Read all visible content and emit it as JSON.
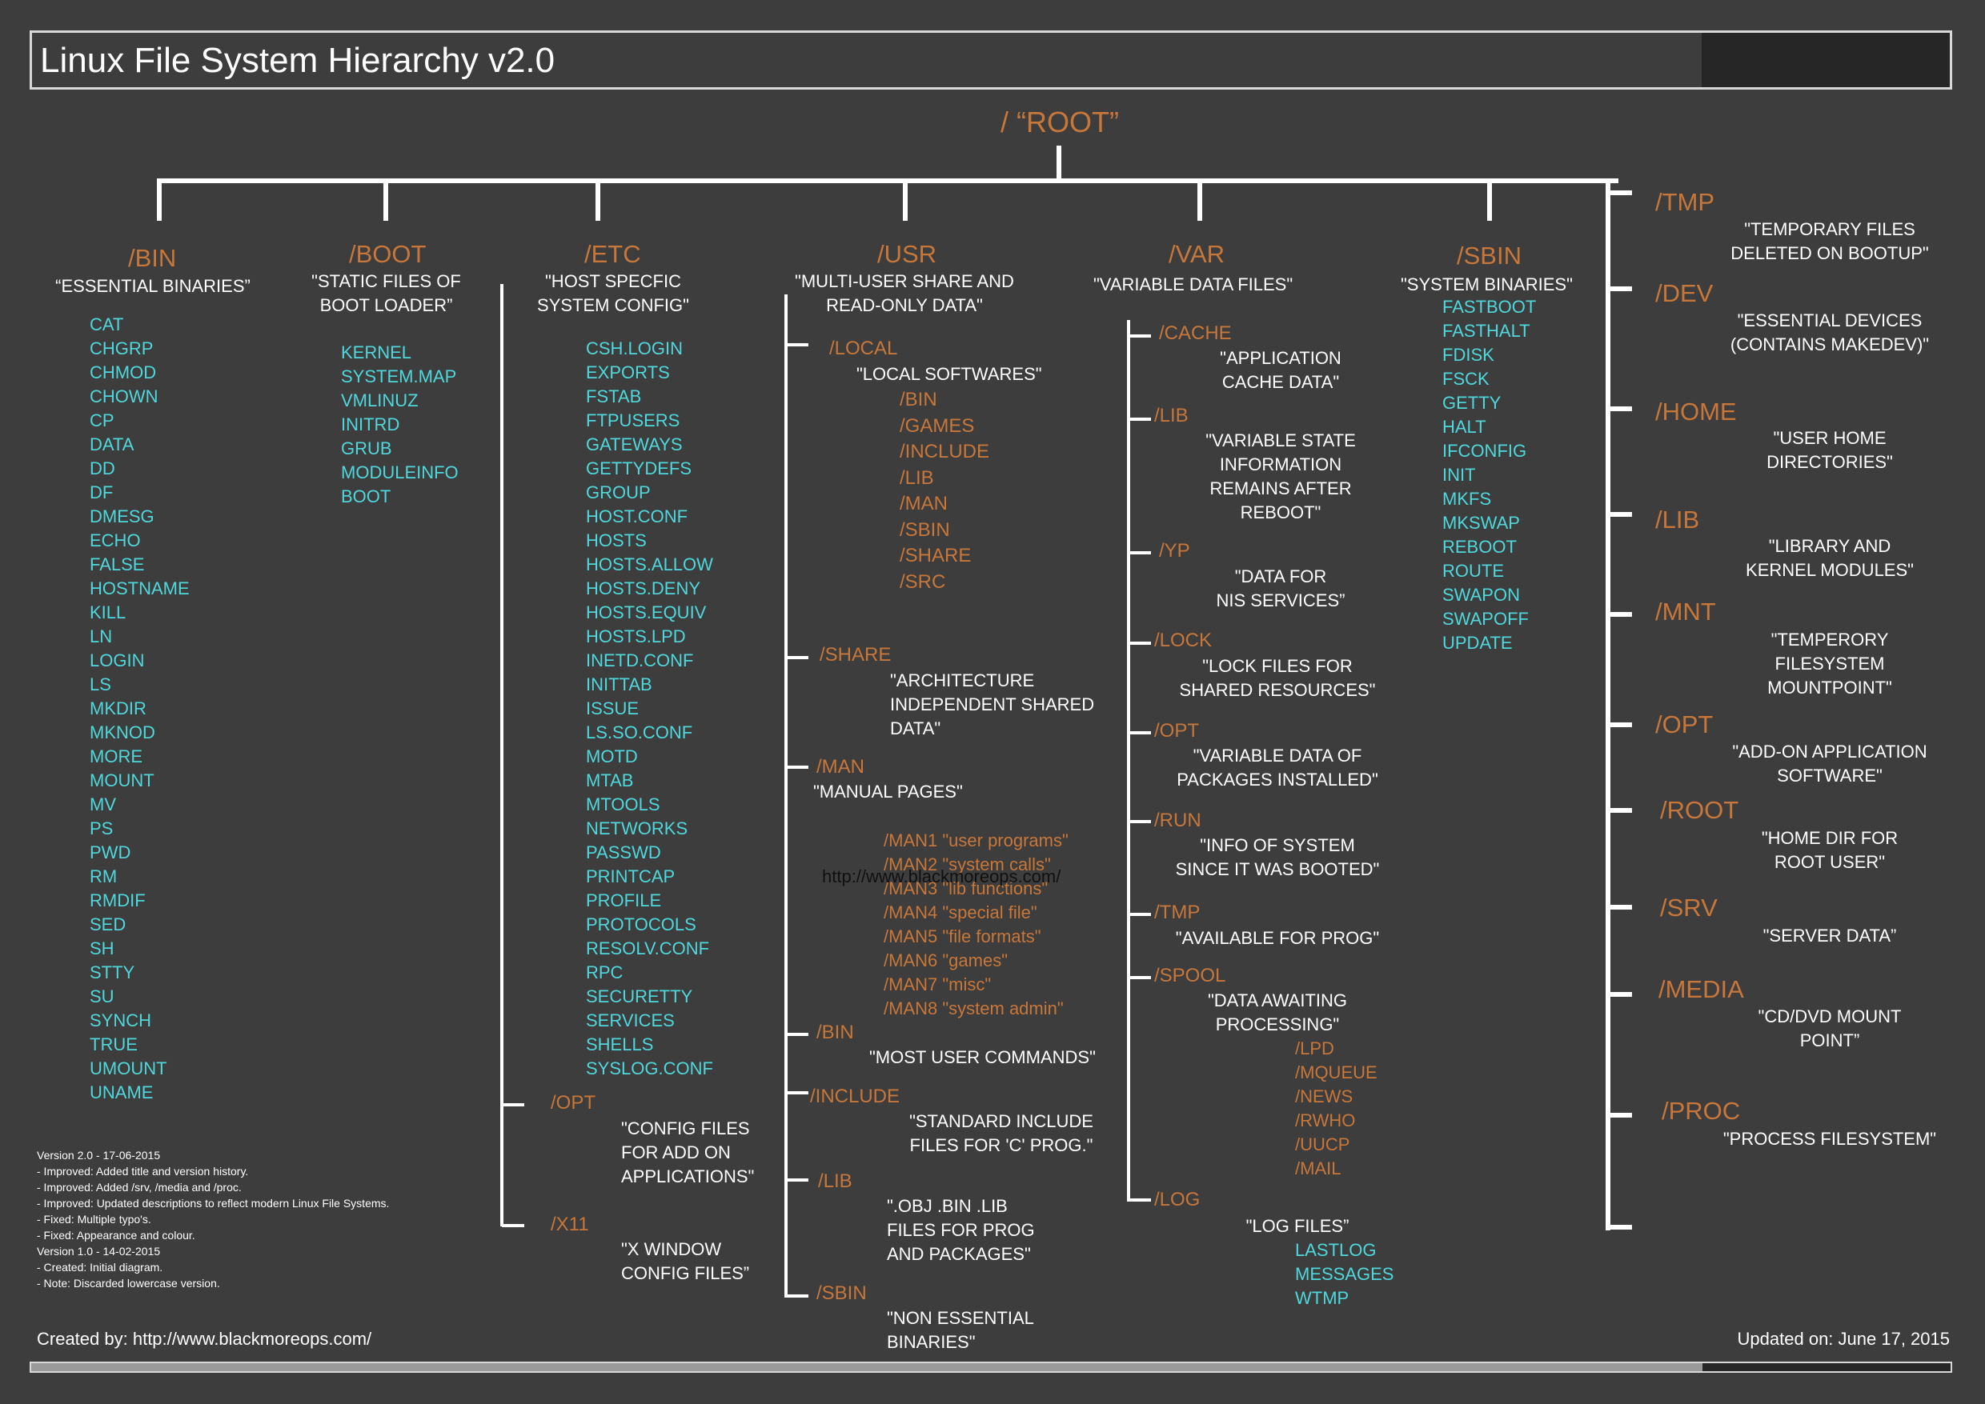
{
  "title": "Linux File System Hierarchy v2.0",
  "root": {
    "label": "/ “ROOT”"
  },
  "columns": {
    "bin": {
      "label": "/BIN",
      "desc": "“ESSENTIAL BINARIES”",
      "items": [
        "CAT",
        "CHGRP",
        "CHMOD",
        "CHOWN",
        "CP",
        "DATA",
        "DD",
        "DF",
        "DMESG",
        "ECHO",
        "FALSE",
        "HOSTNAME",
        "KILL",
        "LN",
        "LOGIN",
        "LS",
        "MKDIR",
        "MKNOD",
        "MORE",
        "MOUNT",
        "MV",
        "PS",
        "PWD",
        "RM",
        "RMDIF",
        "SED",
        "SH",
        "STTY",
        "SU",
        "SYNCH",
        "TRUE",
        "UMOUNT",
        "UNAME"
      ]
    },
    "boot": {
      "label": "/BOOT",
      "desc": "\"STATIC FILES OF\nBOOT LOADER”",
      "items": [
        "KERNEL",
        "SYSTEM.MAP",
        "VMLINUZ",
        "INITRD",
        "GRUB",
        "MODULEINFO",
        "BOOT"
      ]
    },
    "etc": {
      "label": "/ETC",
      "desc": "\"HOST SPECFIC\nSYSTEM CONFIG\"",
      "items": [
        "CSH.LOGIN",
        "EXPORTS",
        "FSTAB",
        "FTPUSERS",
        "GATEWAYS",
        "GETTYDEFS",
        "GROUP",
        "HOST.CONF",
        "HOSTS",
        "HOSTS.ALLOW",
        "HOSTS.DENY",
        "HOSTS.EQUIV",
        "HOSTS.LPD",
        "INETD.CONF",
        "INITTAB",
        "ISSUE",
        "LS.SO.CONF",
        "MOTD",
        "MTAB",
        "MTOOLS",
        "NETWORKS",
        "PASSWD",
        "PRINTCAP",
        "PROFILE",
        "PROTOCOLS",
        "RESOLV.CONF",
        "RPC",
        "SECURETTY",
        "SERVICES",
        "SHELLS",
        "SYSLOG.CONF"
      ],
      "sub": [
        {
          "label": "/OPT",
          "desc": "\"CONFIG FILES\nFOR ADD ON\nAPPLICATIONS\""
        },
        {
          "label": "/X11",
          "desc": "\"X WINDOW\nCONFIG FILES”"
        }
      ]
    },
    "usr": {
      "label": "/USR",
      "desc": "\"MULTI-USER SHARE AND\nREAD-ONLY DATA\"",
      "sub": [
        {
          "label": "/LOCAL",
          "desc": "\"LOCAL SOFTWARES\"",
          "items": [
            "/BIN",
            "/GAMES",
            "/INCLUDE",
            "/LIB",
            "/MAN",
            "/SBIN",
            "/SHARE",
            "/SRC"
          ]
        },
        {
          "label": "/SHARE",
          "desc": "\"ARCHITECTURE\nINDEPENDENT SHARED\nDATA\""
        },
        {
          "label": "/MAN",
          "desc": "\"MANUAL PAGES\"",
          "items": [
            "/MAN1 \"user programs\"",
            "/MAN2 \"system calls\"",
            "/MAN3 \"lib functions\"",
            "/MAN4 \"special file\"",
            "/MAN5 \"file formats\"",
            "/MAN6 \"games\"",
            "/MAN7 \"misc\"",
            "/MAN8 \"system admin\""
          ]
        },
        {
          "label": "/BIN",
          "desc": "\"MOST USER COMMANDS\""
        },
        {
          "label": "/INCLUDE",
          "desc": "\"STANDARD INCLUDE\nFILES FOR 'C' PROG.\""
        },
        {
          "label": "/LIB",
          "desc": "\".OBJ .BIN .LIB\nFILES FOR PROG\nAND PACKAGES\""
        },
        {
          "label": "/SBIN",
          "desc": "\"NON ESSENTIAL\nBINARIES\""
        }
      ]
    },
    "var": {
      "label": "/VAR",
      "desc": "\"VARIABLE DATA FILES\"",
      "sub": [
        {
          "label": "/CACHE",
          "desc": "\"APPLICATION\nCACHE DATA\""
        },
        {
          "label": "/LIB",
          "desc": "\"VARIABLE STATE\nINFORMATION\nREMAINS AFTER\nREBOOT\""
        },
        {
          "label": "/YP",
          "desc": "\"DATA FOR\nNIS SERVICES”"
        },
        {
          "label": "/LOCK",
          "desc": "\"LOCK FILES FOR\nSHARED RESOURCES\""
        },
        {
          "label": "/OPT",
          "desc": "\"VARIABLE DATA OF\nPACKAGES INSTALLED\""
        },
        {
          "label": "/RUN",
          "desc": "\"INFO OF SYSTEM\nSINCE IT WAS BOOTED\""
        },
        {
          "label": "/TMP",
          "desc": "\"AVAILABLE FOR PROG\""
        },
        {
          "label": "/SPOOL",
          "desc": "\"DATA AWAITING\nPROCESSING\"",
          "items": [
            "/LPD",
            "/MQUEUE",
            "/NEWS",
            "/RWHO",
            "/UUCP",
            "/MAIL"
          ]
        },
        {
          "label": "/LOG",
          "desc": "\"LOG FILES”",
          "items": [
            "LASTLOG",
            "MESSAGES",
            "WTMP"
          ]
        }
      ]
    },
    "sbin": {
      "label": "/SBIN",
      "desc": "\"SYSTEM BINARIES\"",
      "items": [
        "FASTBOOT",
        "FASTHALT",
        "FDISK",
        "FSCK",
        "GETTY",
        "HALT",
        "IFCONFIG",
        "INIT",
        "MKFS",
        "MKSWAP",
        "REBOOT",
        "ROUTE",
        "SWAPON",
        "SWAPOFF",
        "UPDATE"
      ]
    }
  },
  "right": [
    {
      "label": "/TMP",
      "desc": "\"TEMPORARY FILES\nDELETED ON BOOTUP\""
    },
    {
      "label": "/DEV",
      "desc": "\"ESSENTIAL DEVICES\n(CONTAINS MAKEDEV)\""
    },
    {
      "label": "/HOME",
      "desc": "\"USER HOME\nDIRECTORIES\""
    },
    {
      "label": "/LIB",
      "desc": "\"LIBRARY AND\nKERNEL MODULES\""
    },
    {
      "label": "/MNT",
      "desc": "\"TEMPERORY\nFILESYSTEM\nMOUNTPOINT\""
    },
    {
      "label": "/OPT",
      "desc": "\"ADD-ON APPLICATION\nSOFTWARE\""
    },
    {
      "label": "/ROOT",
      "desc": "\"HOME DIR FOR\nROOT USER\""
    },
    {
      "label": "/SRV",
      "desc": "\"SERVER DATA”"
    },
    {
      "label": "/MEDIA",
      "desc": "\"CD/DVD MOUNT\nPOINT”"
    },
    {
      "label": "/PROC",
      "desc": "\"PROCESS FILESYSTEM\""
    }
  ],
  "notes": [
    "Version 2.0 - 17-06-2015",
    "- Improved: Added title and version history.",
    "- Improved: Added /srv, /media and /proc.",
    "- Improved: Updated descriptions to reflect modern Linux File Systems.",
    "- Fixed: Multiple typo's.",
    "- Fixed: Appearance and colour.",
    "Version 1.0 - 14-02-2015",
    "- Created: Initial diagram.",
    "- Note: Discarded lowercase version."
  ],
  "footer": {
    "created": "Created by: http://www.blackmoreops.com/",
    "updated": "Updated on: June 17, 2015"
  },
  "watermark": "http://www.blackmoreops.com/",
  "colors": {
    "background": "#3d3d3d",
    "directory": "#c8773a",
    "file": "#4fd8dc",
    "text": "#ffffff",
    "lines": "#ffffff"
  }
}
